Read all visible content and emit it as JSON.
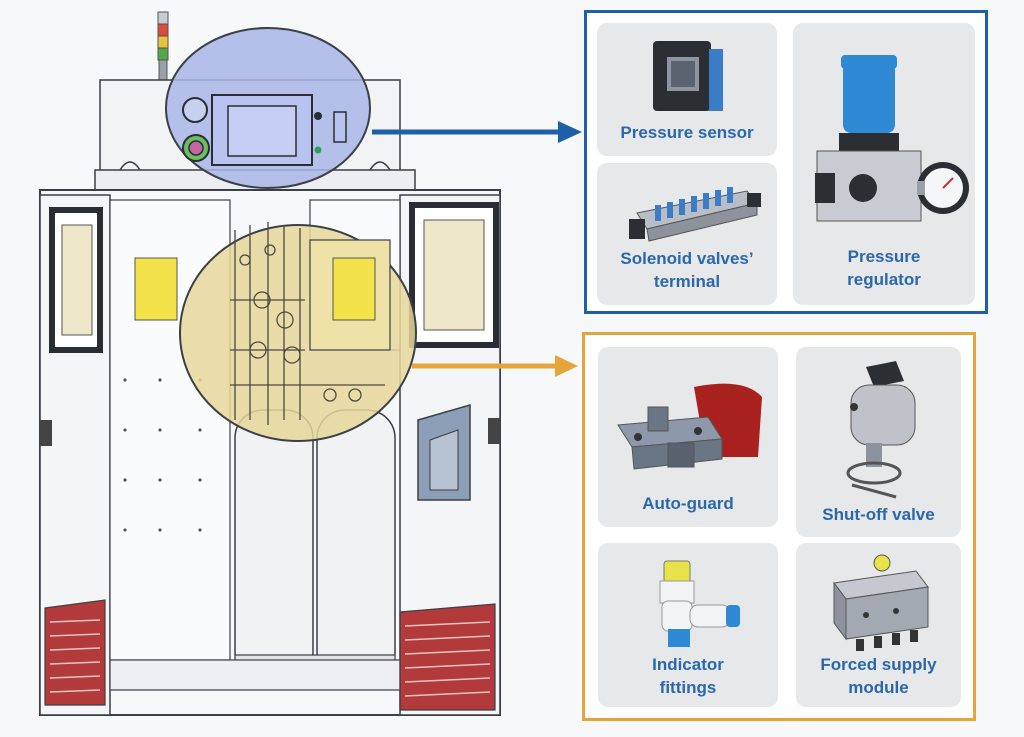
{
  "colors": {
    "accent_blue": "#1f5fa8",
    "accent_orange": "#e6a53a",
    "label_blue": "#2c67ac",
    "tile_bg": "#e7e8ea",
    "cabinet_outline": "#3b3f46",
    "highlight_blue": "#a9b6e6",
    "highlight_yellow": "#e7d79a",
    "vent_red": "#b23a3a"
  },
  "blue_panel": {
    "components": [
      {
        "label": "Pressure sensor",
        "icon": "pressure-sensor-icon"
      },
      {
        "label": "Solenoid valves’\nterminal",
        "icon": "solenoid-valves-terminal-icon"
      },
      {
        "label": "Pressure\nregulator",
        "icon": "pressure-regulator-icon"
      }
    ]
  },
  "yellow_panel": {
    "components": [
      {
        "label": "Auto-guard",
        "icon": "auto-guard-icon"
      },
      {
        "label": "Shut-off valve",
        "icon": "shut-off-valve-icon"
      },
      {
        "label": "Indicator\nfittings",
        "icon": "indicator-fittings-icon"
      },
      {
        "label": "Forced supply\nmodule",
        "icon": "forced-supply-module-icon"
      }
    ]
  }
}
